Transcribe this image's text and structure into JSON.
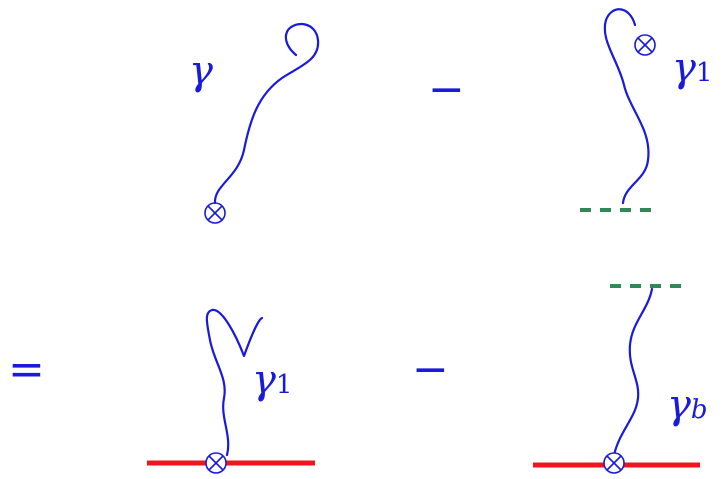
{
  "colors": {
    "curve": "#1a1adb",
    "boundary": "#f0141e",
    "cut": "#2e8b57"
  },
  "row1": {
    "term1": {
      "label": "γ"
    },
    "operator": "−",
    "term2": {
      "label": "γ",
      "subscript": "1"
    }
  },
  "row2": {
    "equals": "=",
    "term1": {
      "label": "γ",
      "subscript": "1"
    },
    "operator": "−",
    "term2": {
      "label": "γ",
      "subscript": "b"
    }
  }
}
